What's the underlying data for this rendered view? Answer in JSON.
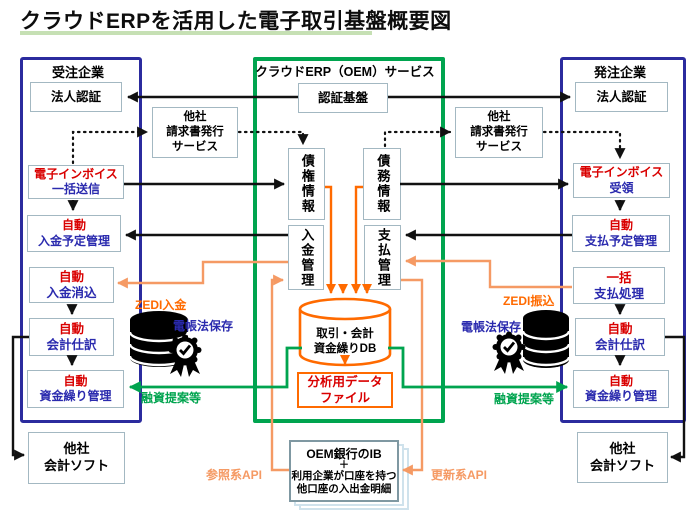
{
  "title": "クラウドERPを活用した電子取引基盤概要図",
  "palette": {
    "panel_navy": "#2b2b9e",
    "panel_green": "#00a44f",
    "box_border": "#a3b8c2",
    "red_text": "#d90000",
    "blue_text": "#2a2aae",
    "orange_strong": "#ff6a00",
    "orange_light": "#f59a64",
    "green_line": "#00a44f",
    "title_underline": "#c6e0b4"
  },
  "icons": {
    "db_archive": "database-icon",
    "certified": "seal-check-icon"
  },
  "left": {
    "title": "受注企業",
    "houjin": "法人認証",
    "other_invoice": {
      "l1": "他社",
      "l2": "請求書発行",
      "l3": "サービス"
    },
    "invoice": {
      "l1": "電子インボイス",
      "l2": "一括送信"
    },
    "yotei": {
      "l1": "自動",
      "l2": "入金予定管理"
    },
    "keshikomi": {
      "l1": "自動",
      "l2": "入金消込"
    },
    "shiwake": {
      "l1": "自動",
      "l2": "会計仕訳"
    },
    "shikin": {
      "l1": "自動",
      "l2": "資金繰り管理"
    },
    "other_soft": {
      "l1": "他社",
      "l2": "会計ソフト"
    },
    "zedi": "ZEDI入金",
    "dencho": "電帳法保存",
    "yushi": "融資提案等"
  },
  "center": {
    "title": "クラウドERP（OEM）サービス",
    "ninsho": "認証基盤",
    "saiken": "債権情報",
    "saimu": "債務情報",
    "nyukin": "入金管理",
    "shiharai": "支払管理",
    "db": {
      "l1": "取引・会計",
      "l2": "資金繰りDB"
    },
    "bunseki": {
      "l1": "分析用データ",
      "l2": "ファイル"
    },
    "oem_bank": {
      "l1": "OEM銀行のIB",
      "l2": "＋",
      "l3": "利用企業が口座を持つ",
      "l4": "他口座の入出金明細"
    },
    "sansho_api": "参照系API",
    "koshin_api": "更新系API"
  },
  "right": {
    "title": "発注企業",
    "houjin": "法人認証",
    "other_invoice": {
      "l1": "他社",
      "l2": "請求書発行",
      "l3": "サービス"
    },
    "invoice": {
      "l1": "電子インボイス",
      "l2": "受領"
    },
    "yotei": {
      "l1": "自動",
      "l2": "支払予定管理"
    },
    "ikkatsu": {
      "l1": "一括",
      "l2": "支払処理"
    },
    "shiwake": {
      "l1": "自動",
      "l2": "会計仕訳"
    },
    "shikin": {
      "l1": "自動",
      "l2": "資金繰り管理"
    },
    "other_soft": {
      "l1": "他社",
      "l2": "会計ソフト"
    },
    "zedi": "ZEDI振込",
    "dencho": "電帳法保存",
    "yushi": "融資提案等"
  }
}
